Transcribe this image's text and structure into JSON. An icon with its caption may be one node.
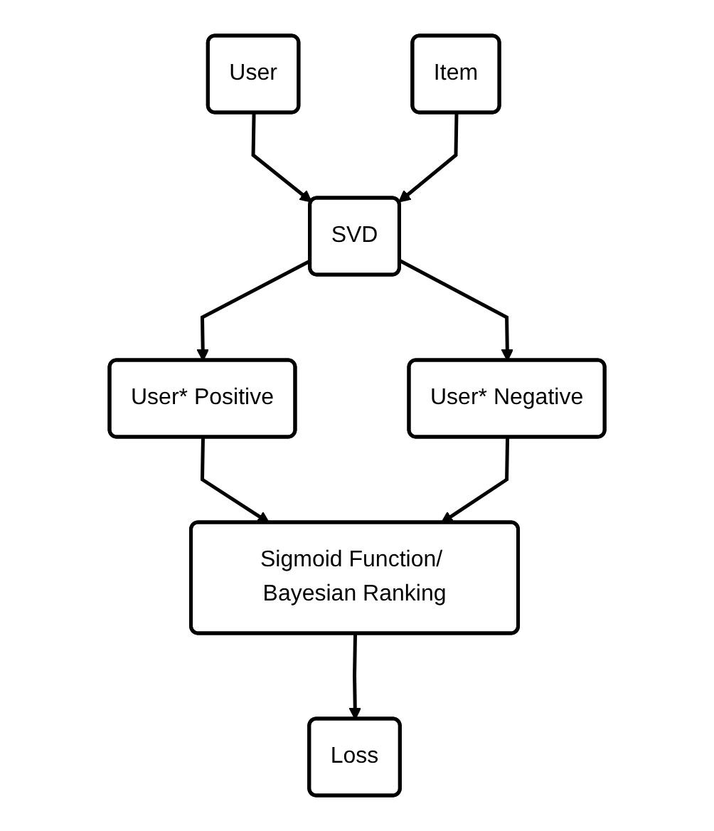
{
  "diagram": {
    "nodes": [
      {
        "text": [
          "User"
        ]
      },
      {
        "text": [
          "Item"
        ]
      },
      {
        "text": [
          "SVD"
        ]
      },
      {
        "text": [
          "User* Positive"
        ]
      },
      {
        "text": [
          "User* Negative"
        ]
      },
      {
        "text": [
          "Sigmoid Function/ Bayesian Ranking"
        ]
      },
      {
        "text": [
          "Loss"
        ]
      }
    ],
    "edges": [
      {
        "from": 0,
        "to": 2,
        "arrow": "to"
      },
      {
        "from": 1,
        "to": 2,
        "arrow": "to"
      },
      {
        "from": 2,
        "to": 3,
        "arrow": "to"
      },
      {
        "from": 2,
        "to": 4,
        "arrow": "to"
      },
      {
        "from": 3,
        "to": 5,
        "arrow": "to"
      },
      {
        "from": 4,
        "to": 5,
        "arrow": "to"
      },
      {
        "from": 5,
        "to": 6,
        "arrow": "to"
      }
    ]
  }
}
